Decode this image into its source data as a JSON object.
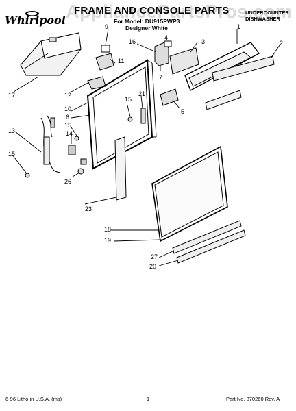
{
  "header": {
    "brand": "Whirlpool",
    "title": "FRAME AND CONSOLE PARTS",
    "model_line": "For Model: DU915PWP3",
    "color_line": "Designer White",
    "product_line1": "UNDERCOUNTER",
    "product_line2": "DISHWASHER",
    "watermark": "AppliancePartsPros.com"
  },
  "footer": {
    "litho": "6-96 Litho in U.S.A. (ms)",
    "page": "1",
    "part_no": "Part No. 870260 Rev. A"
  },
  "callouts": [
    "1",
    "2",
    "3",
    "4",
    "5",
    "6",
    "7",
    "9",
    "10",
    "11",
    "12",
    "13",
    "14",
    "15",
    "15",
    "15",
    "16",
    "17",
    "18",
    "19",
    "20",
    "21",
    "23",
    "26",
    "27"
  ]
}
